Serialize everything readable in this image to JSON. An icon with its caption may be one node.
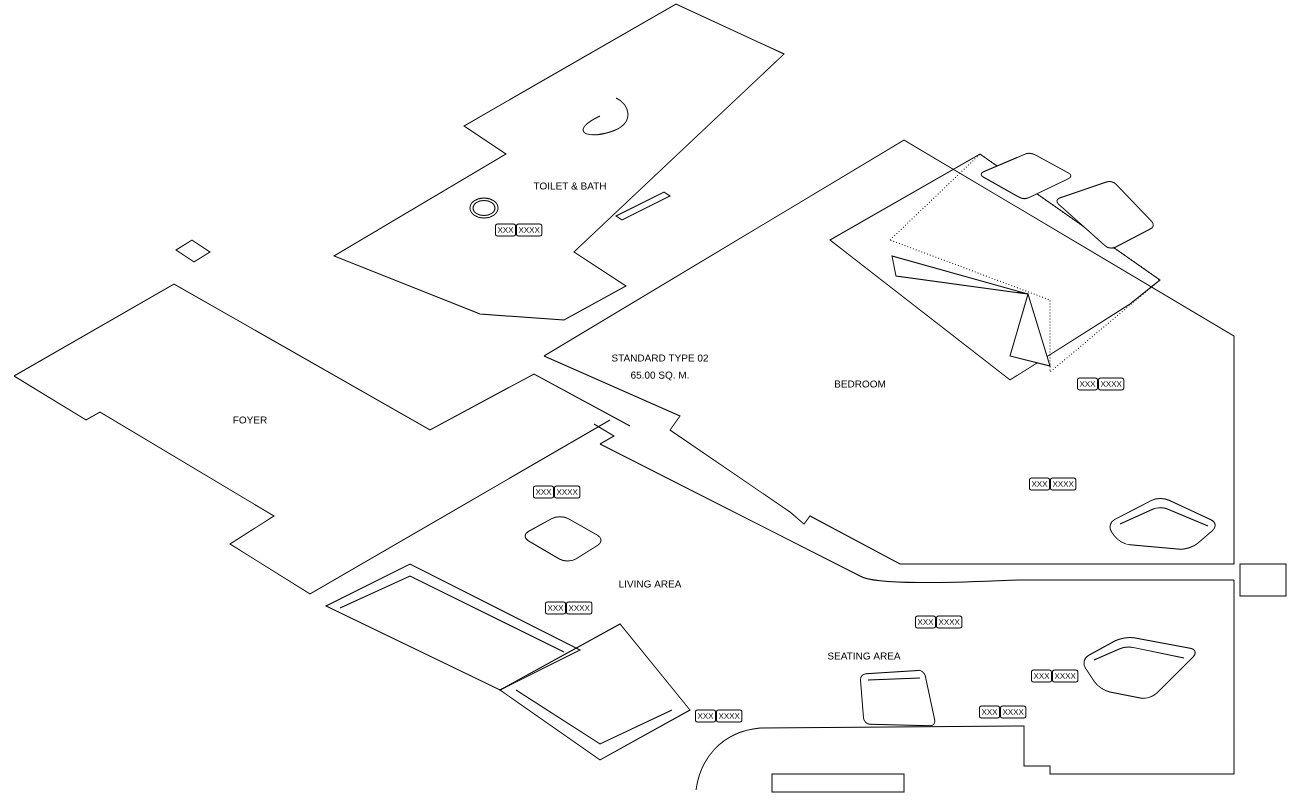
{
  "diagram": {
    "labels": [
      "TOILET & BATH",
      "XXX",
      "XXXX",
      "STANDARD TYPE 02",
      "65.00 SQ. M.",
      "BEDROOM",
      "FOYER",
      "XXX",
      "XXXX",
      "XXX",
      "XXXX",
      "XXX",
      "XXXX",
      "LIVING AREA",
      "XXX",
      "XXXX",
      "SEATING AREA",
      "XXX",
      "XXXX",
      "XXX",
      "XXXX",
      "XXX",
      "XXXX",
      "XXX",
      "XXXX"
    ]
  }
}
